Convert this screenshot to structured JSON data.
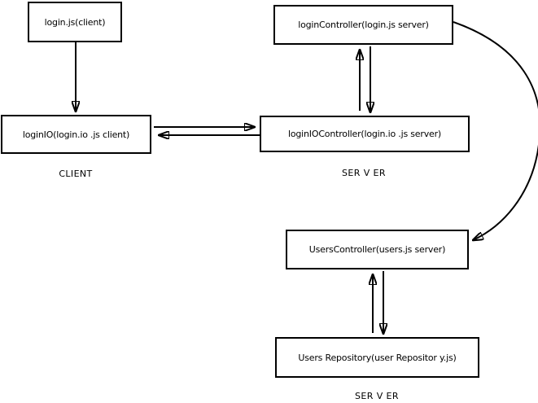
{
  "diagram": {
    "background_color": "#ffffff",
    "stroke_color": "#000000",
    "nodes": [
      {
        "id": "login-client",
        "label": "login.js(client)"
      },
      {
        "id": "loginio-client",
        "label": "loginIO(login.io .js client)"
      },
      {
        "id": "login-controller",
        "label": "loginController(login.js server)"
      },
      {
        "id": "loginio-controller",
        "label": "loginIOController(login.io .js server)"
      },
      {
        "id": "users-controller",
        "label": "UsersController(users.js server)"
      },
      {
        "id": "users-repository",
        "label": "Users Repository(user Repositor y.js)"
      }
    ],
    "groups": [
      {
        "id": "client-group",
        "label": "CLIENT"
      },
      {
        "id": "server-group-top",
        "label": "SER V ER"
      },
      {
        "id": "server-group-bottom",
        "label": "SER V ER"
      }
    ],
    "edges": [
      {
        "from": "login-client",
        "to": "loginio-client",
        "type": "one-way-down"
      },
      {
        "from": "loginio-client",
        "to": "loginio-controller",
        "type": "two-way-horizontal"
      },
      {
        "from": "login-controller",
        "to": "loginio-controller",
        "type": "two-way-vertical"
      },
      {
        "from": "login-controller",
        "to": "users-controller",
        "type": "one-way-curved"
      },
      {
        "from": "users-controller",
        "to": "users-repository",
        "type": "two-way-vertical"
      }
    ]
  }
}
